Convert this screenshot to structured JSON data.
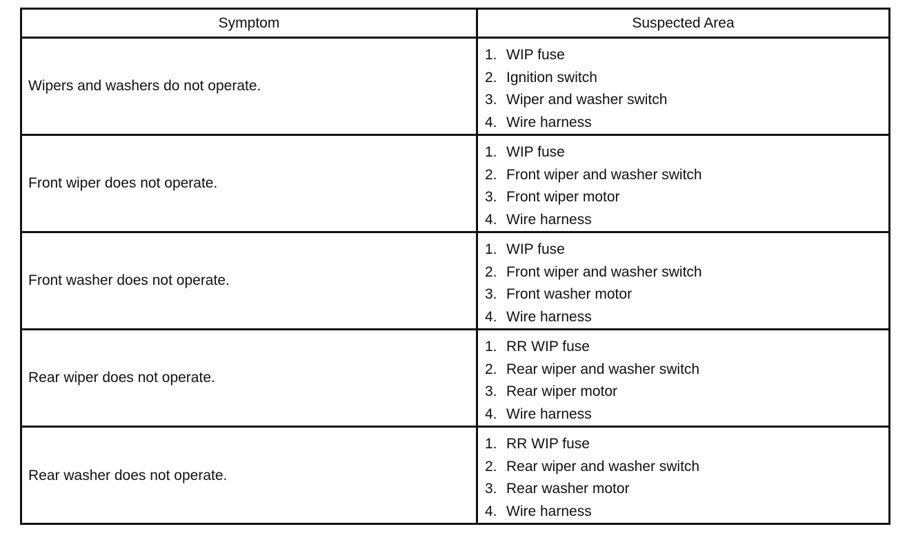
{
  "table": {
    "headers": {
      "symptom": "Symptom",
      "suspected_area": "Suspected Area"
    },
    "rows": [
      {
        "symptom": "Wipers and washers do not operate.",
        "areas": [
          {
            "num": "1.",
            "text": "WIP fuse"
          },
          {
            "num": "2.",
            "text": "Ignition switch"
          },
          {
            "num": "3.",
            "text": "Wiper and washer switch"
          },
          {
            "num": "4.",
            "text": "Wire harness"
          }
        ]
      },
      {
        "symptom": "Front wiper does not operate.",
        "areas": [
          {
            "num": "1.",
            "text": "WIP fuse"
          },
          {
            "num": "2.",
            "text": "Front wiper and washer switch"
          },
          {
            "num": "3.",
            "text": "Front wiper motor"
          },
          {
            "num": "4.",
            "text": "Wire harness"
          }
        ]
      },
      {
        "symptom": "Front washer does not operate.",
        "areas": [
          {
            "num": "1.",
            "text": "WIP fuse"
          },
          {
            "num": "2.",
            "text": "Front wiper and washer switch"
          },
          {
            "num": "3.",
            "text": "Front washer motor"
          },
          {
            "num": "4.",
            "text": "Wire harness"
          }
        ]
      },
      {
        "symptom": "Rear wiper does not operate.",
        "areas": [
          {
            "num": "1.",
            "text": "RR WIP fuse"
          },
          {
            "num": "2.",
            "text": "Rear wiper and washer switch"
          },
          {
            "num": "3.",
            "text": "Rear wiper motor"
          },
          {
            "num": "4.",
            "text": "Wire harness"
          }
        ]
      },
      {
        "symptom": "Rear washer does not operate.",
        "areas": [
          {
            "num": "1.",
            "text": "RR WIP fuse"
          },
          {
            "num": "2.",
            "text": "Rear wiper and washer switch"
          },
          {
            "num": "3.",
            "text": "Rear washer motor"
          },
          {
            "num": "4.",
            "text": "Wire harness"
          }
        ]
      }
    ]
  }
}
